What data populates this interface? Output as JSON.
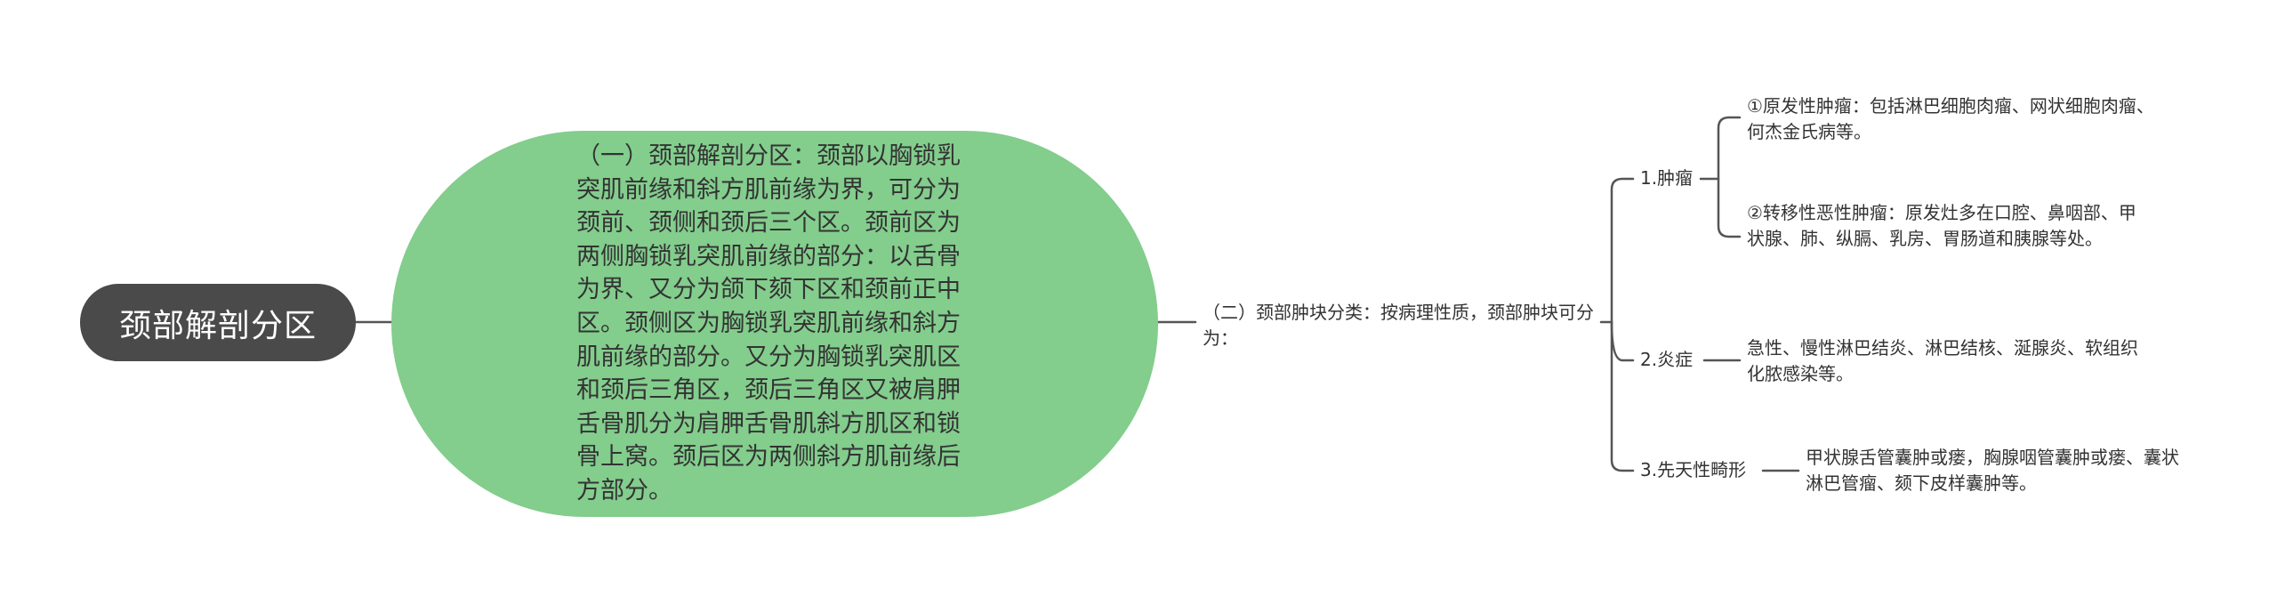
{
  "root": {
    "label": "颈部解剖分区"
  },
  "branch1": {
    "text": "（一）颈部解剖分区：颈部以胸锁乳突肌前缘和斜方肌前缘为界，可分为颈前、颈侧和颈后三个区。颈前区为两侧胸锁乳突肌前缘的部分：以舌骨为界、又分为颌下颏下区和颈前正中区。颈侧区为胸锁乳突肌前缘和斜方肌前缘的部分。又分为胸锁乳突肌区和颈后三角区，颈后三角区又被肩胛舌骨肌分为肩胛舌骨肌斜方肌区和锁骨上窝。颈后区为两侧斜方肌前缘后方部分。"
  },
  "branch2": {
    "text": "（二）颈部肿块分类：按病理性质，颈部肿块可分为：",
    "children": [
      {
        "label": "1.肿瘤",
        "details": [
          "①原发性肿瘤：包括淋巴细胞肉瘤、网状细胞肉瘤、何杰金氏病等。",
          "②转移性恶性肿瘤：原发灶多在口腔、鼻咽部、甲状腺、肺、纵膈、乳房、胃肠道和胰腺等处。"
        ]
      },
      {
        "label": "2.炎症",
        "details": [
          "急性、慢性淋巴结炎、淋巴结核、涎腺炎、软组织化脓感染等。"
        ]
      },
      {
        "label": "3.先天性畸形",
        "details": [
          "甲状腺舌管囊肿或瘘，胸腺咽管囊肿或瘘、囊状淋巴管瘤、颏下皮样囊肿等。"
        ]
      }
    ]
  },
  "colors": {
    "root_fill": "#4a4a4a",
    "bubble_fill": "#83cd8d",
    "connector": "#555555",
    "text": "#333333"
  }
}
